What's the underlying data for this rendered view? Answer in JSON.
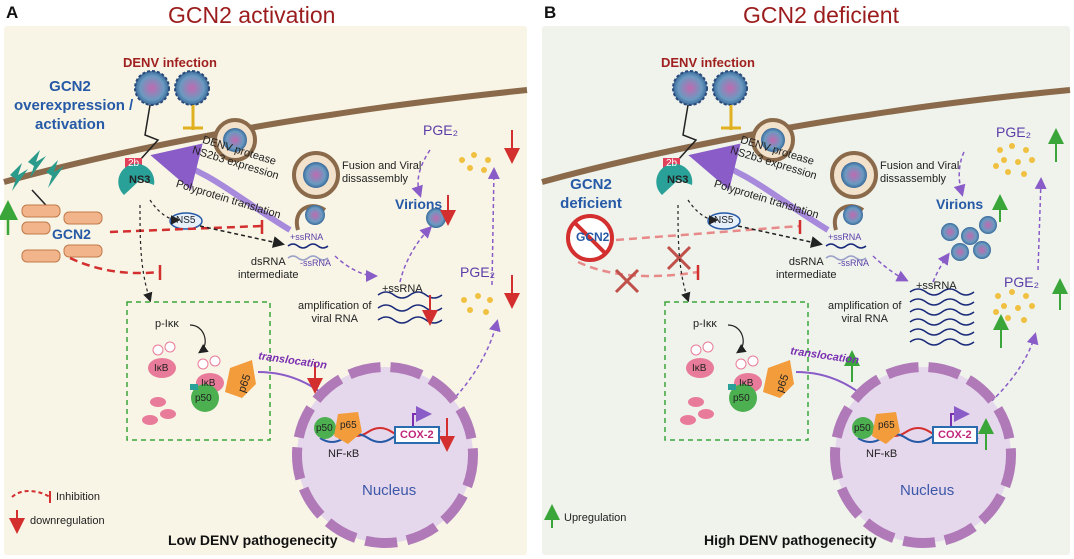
{
  "panel_a": {
    "letter": "A",
    "title": "GCN2 activation",
    "denv_infection": "DENV infection",
    "gcn2_note_line1": "GCN2",
    "gcn2_note_line2": "overexpression /",
    "gcn2_note_line3": "activation",
    "gcn2_label": "GCN2",
    "ns3": "NS3",
    "ns2b": "2b",
    "ns5": "NS5",
    "protease_line1": "DENV protease",
    "protease_line2": "NS2b3 expression",
    "polyprotein": "Polyprotein translation",
    "fusion_line1": "Fusion and Viral",
    "fusion_line2": "dissassembly",
    "virions": "Virions",
    "pge2": "PGE₂",
    "pge2_lower": "PGE₂",
    "plus_ssrna": "+ssRNA",
    "minus_ssrna": "-ssRNA",
    "dsrna_line1": "dsRNA",
    "dsrna_line2": "intermediate",
    "amp_ssrna": "+ssRNA",
    "amp_line1": "amplification of",
    "amp_line2": "viral RNA",
    "p_ikk": "p-Iκκ",
    "ikb": "IκB",
    "ikb2": "IκB",
    "p50": "p50",
    "p65": "p65",
    "p50_nuc": "p50",
    "p65_nuc": "p65",
    "translocation": "translocation",
    "cox2": "COX-2",
    "nfkb": "NF-κB",
    "nucleus": "Nucleus",
    "legend_inhibition": "Inhibition",
    "legend_down": "downregulation",
    "footer": "Low DENV pathogenecity"
  },
  "panel_b": {
    "letter": "B",
    "title": "GCN2 deficient",
    "denv_infection": "DENV infection",
    "gcn2_def_line1": "GCN2",
    "gcn2_def_line2": "deficient",
    "gcn2_label": "GCN2",
    "ns3": "NS3",
    "ns2b": "2b",
    "ns5": "NS5",
    "protease_line1": "DENV protease",
    "protease_line2": "NS2b3 expression",
    "polyprotein": "Polyprotein translation",
    "fusion_line1": "Fusion and Viral",
    "fusion_line2": "dissassembly",
    "virions": "Virions",
    "pge2": "PGE₂",
    "pge2_lower": "PGE₂",
    "plus_ssrna": "+ssRNA",
    "minus_ssrna": "-ssRNA",
    "dsrna_line1": "dsRNA",
    "dsrna_line2": "intermediate",
    "amp_ssrna": "+ssRNA",
    "amp_line1": "amplification of",
    "amp_line2": "viral RNA",
    "p_ikk": "p-Iκκ",
    "ikb": "IκB",
    "ikb2": "IκB",
    "p50": "p50",
    "p65": "p65",
    "p50_nuc": "p50",
    "p65_nuc": "p65",
    "translocation": "translocation",
    "cox2": "COX-2",
    "nfkb": "NF-κB",
    "nucleus": "Nucleus",
    "legend_up": "Upregulation",
    "footer": "High DENV pathogenecity"
  },
  "colors": {
    "title_red": "#9b1c1c",
    "gcn2_blue": "#2659a6",
    "membrane": "#8a6a4a",
    "ns3_teal": "#2aa198",
    "ns2b_red": "#e0405a",
    "nucleus_fill": "#e6d8ec",
    "nucleus_border": "#9a5aa6",
    "arrow_purple": "#8a5cc8",
    "down_red": "#d32f2f",
    "up_green": "#3aa63a",
    "p65_orange": "#f39c3c",
    "p50_green": "#4caf50",
    "ikb_pink": "#e97b9a"
  }
}
